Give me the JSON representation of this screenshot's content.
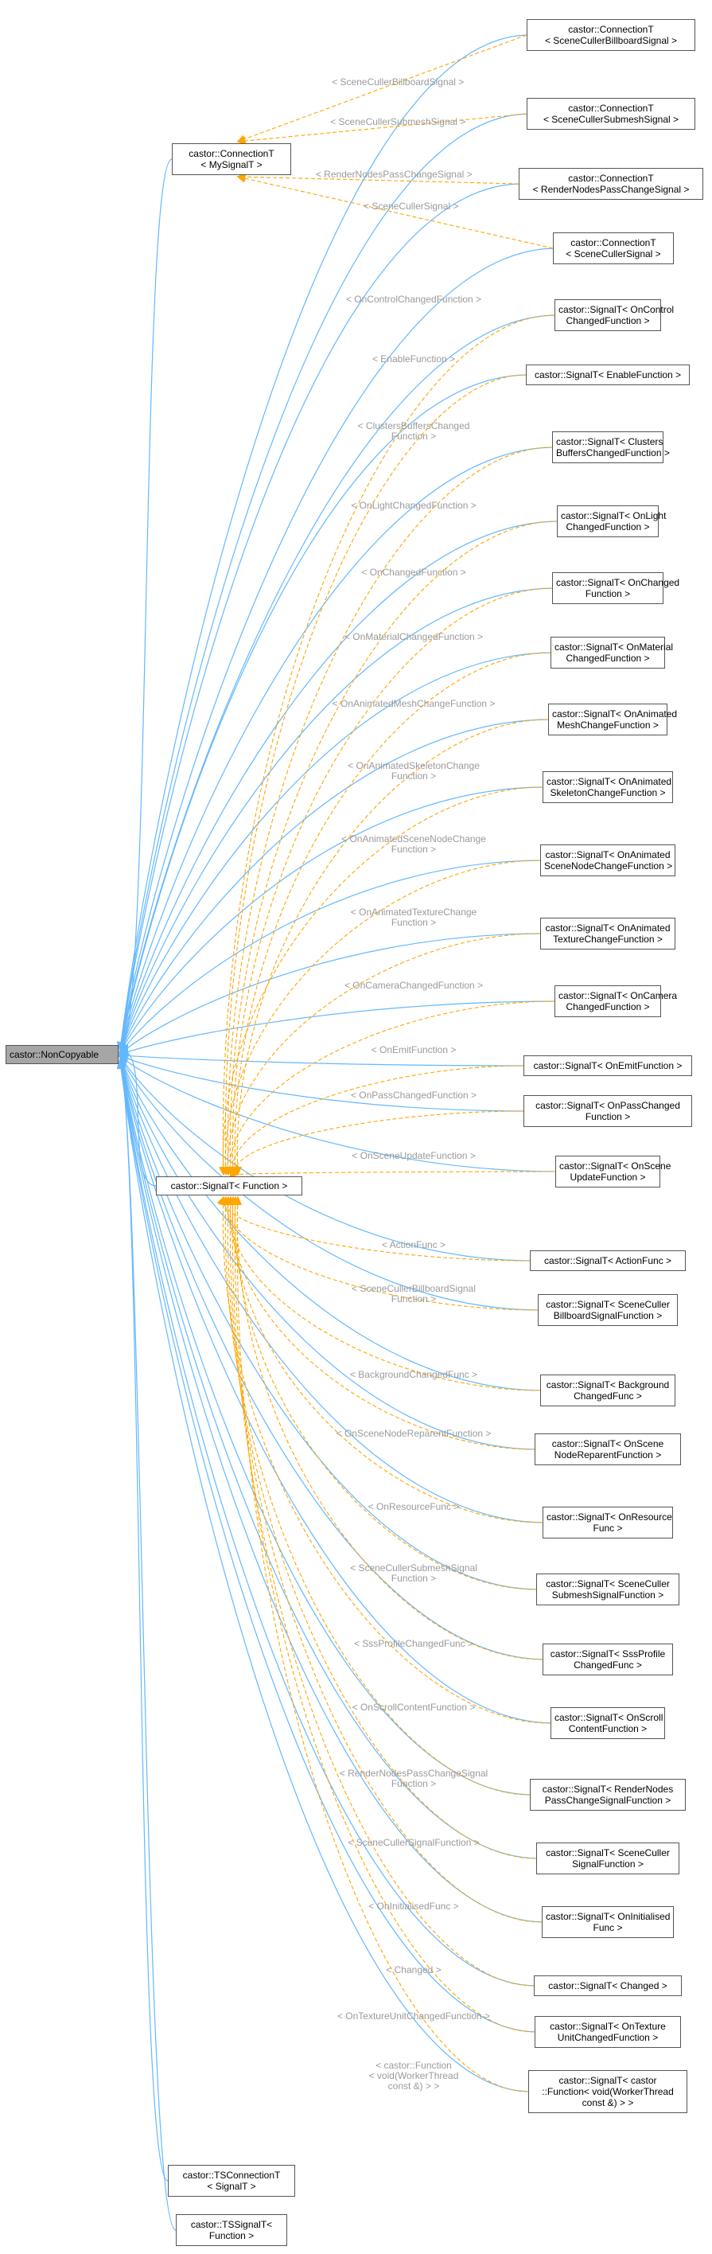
{
  "diagram": {
    "root": {
      "id": "root",
      "lines": [
        "castor::NonCopyable"
      ]
    },
    "hubs": [
      {
        "id": "connT",
        "lines": [
          "castor::ConnectionT",
          "< MySignalT >"
        ]
      },
      {
        "id": "sigT",
        "lines": [
          "castor::SignalT< Function >"
        ]
      },
      {
        "id": "tsconn",
        "lines": [
          "castor::TSConnectionT",
          "< SignalT >"
        ]
      },
      {
        "id": "tssig",
        "lines": [
          "castor::TSSignalT<",
          "Function >"
        ]
      }
    ],
    "connections": [
      {
        "id": "c1",
        "lines": [
          "castor::ConnectionT",
          "< SceneCullerBillboardSignal >"
        ],
        "param": [
          "< SceneCullerBillboardSignal >"
        ]
      },
      {
        "id": "c2",
        "lines": [
          "castor::ConnectionT",
          "< SceneCullerSubmeshSignal >"
        ],
        "param": [
          "< SceneCullerSubmeshSignal >"
        ]
      },
      {
        "id": "c3",
        "lines": [
          "castor::ConnectionT",
          "< RenderNodesPassChangeSignal >"
        ],
        "param": [
          "< RenderNodesPassChangeSignal >"
        ]
      },
      {
        "id": "c4",
        "lines": [
          "castor::ConnectionT",
          "< SceneCullerSignal >"
        ],
        "param": [
          "< SceneCullerSignal >"
        ]
      }
    ],
    "signals": [
      {
        "id": "s1",
        "lines": [
          "castor::SignalT< OnControl",
          "ChangedFunction >"
        ],
        "param": [
          "< OnControlChangedFunction >"
        ]
      },
      {
        "id": "s2",
        "lines": [
          "castor::SignalT< EnableFunction >"
        ],
        "param": [
          "< EnableFunction >"
        ]
      },
      {
        "id": "s3",
        "lines": [
          "castor::SignalT< Clusters",
          "BuffersChangedFunction >"
        ],
        "param": [
          "< ClustersBuffersChanged",
          "Function >"
        ]
      },
      {
        "id": "s4",
        "lines": [
          "castor::SignalT< OnLight",
          "ChangedFunction >"
        ],
        "param": [
          "< OnLightChangedFunction >"
        ]
      },
      {
        "id": "s5",
        "lines": [
          "castor::SignalT< OnChanged",
          "Function >"
        ],
        "param": [
          "< OnChangedFunction >"
        ]
      },
      {
        "id": "s6",
        "lines": [
          "castor::SignalT< OnMaterial",
          "ChangedFunction >"
        ],
        "param": [
          "< OnMaterialChangedFunction >"
        ]
      },
      {
        "id": "s7",
        "lines": [
          "castor::SignalT< OnAnimated",
          "MeshChangeFunction >"
        ],
        "param": [
          "< OnAnimatedMeshChangeFunction >"
        ]
      },
      {
        "id": "s8",
        "lines": [
          "castor::SignalT< OnAnimated",
          "SkeletonChangeFunction >"
        ],
        "param": [
          "< OnAnimatedSkeletonChange",
          "Function >"
        ]
      },
      {
        "id": "s9",
        "lines": [
          "castor::SignalT< OnAnimated",
          "SceneNodeChangeFunction >"
        ],
        "param": [
          "< OnAnimatedSceneNodeChange",
          "Function >"
        ]
      },
      {
        "id": "s10",
        "lines": [
          "castor::SignalT< OnAnimated",
          "TextureChangeFunction >"
        ],
        "param": [
          "< OnAnimatedTextureChange",
          "Function >"
        ]
      },
      {
        "id": "s11",
        "lines": [
          "castor::SignalT< OnCamera",
          "ChangedFunction >"
        ],
        "param": [
          "< OnCameraChangedFunction >"
        ]
      },
      {
        "id": "s12",
        "lines": [
          "castor::SignalT< OnEmitFunction >"
        ],
        "param": [
          "< OnEmitFunction >"
        ]
      },
      {
        "id": "s13",
        "lines": [
          "castor::SignalT< OnPassChanged",
          "Function >"
        ],
        "param": [
          "< OnPassChangedFunction >"
        ]
      },
      {
        "id": "s14",
        "lines": [
          "castor::SignalT< OnScene",
          "UpdateFunction >"
        ],
        "param": [
          "< OnSceneUpdateFunction >"
        ]
      },
      {
        "id": "s15",
        "lines": [
          "castor::SignalT< ActionFunc >"
        ],
        "param": [
          "< ActionFunc >"
        ]
      },
      {
        "id": "s16",
        "lines": [
          "castor::SignalT< SceneCuller",
          "BillboardSignalFunction >"
        ],
        "param": [
          "< SceneCullerBillboardSignal",
          "Function >"
        ]
      },
      {
        "id": "s17",
        "lines": [
          "castor::SignalT< Background",
          "ChangedFunc >"
        ],
        "param": [
          "< BackgroundChangedFunc >"
        ]
      },
      {
        "id": "s18",
        "lines": [
          "castor::SignalT< OnScene",
          "NodeReparentFunction >"
        ],
        "param": [
          "< OnSceneNodeReparentFunction >"
        ]
      },
      {
        "id": "s19",
        "lines": [
          "castor::SignalT< OnResource",
          "Func >"
        ],
        "param": [
          "< OnResourceFunc >"
        ]
      },
      {
        "id": "s20",
        "lines": [
          "castor::SignalT< SceneCuller",
          "SubmeshSignalFunction >"
        ],
        "param": [
          "< SceneCullerSubmeshSignal",
          "Function >"
        ]
      },
      {
        "id": "s21",
        "lines": [
          "castor::SignalT< SssProfile",
          "ChangedFunc >"
        ],
        "param": [
          "< SssProfileChangedFunc >"
        ]
      },
      {
        "id": "s22",
        "lines": [
          "castor::SignalT< OnScroll",
          "ContentFunction >"
        ],
        "param": [
          "< OnScrollContentFunction >"
        ]
      },
      {
        "id": "s23",
        "lines": [
          "castor::SignalT< RenderNodes",
          "PassChangeSignalFunction >"
        ],
        "param": [
          "< RenderNodesPassChangeSignal",
          "Function >"
        ]
      },
      {
        "id": "s24",
        "lines": [
          "castor::SignalT< SceneCuller",
          "SignalFunction >"
        ],
        "param": [
          "< SceneCullerSignalFunction >"
        ]
      },
      {
        "id": "s25",
        "lines": [
          "castor::SignalT< OnInitialised",
          "Func >"
        ],
        "param": [
          "< OnInitialisedFunc >"
        ]
      },
      {
        "id": "s26",
        "lines": [
          "castor::SignalT< Changed >"
        ],
        "param": [
          "< Changed >"
        ]
      },
      {
        "id": "s27",
        "lines": [
          "castor::SignalT< OnTexture",
          "UnitChangedFunction >"
        ],
        "param": [
          "< OnTextureUnitChangedFunction >"
        ]
      },
      {
        "id": "s28",
        "lines": [
          "castor::SignalT< castor",
          "::Function< void(WorkerThread",
          "const &) > >"
        ],
        "param": [
          "< castor::Function",
          "< void(WorkerThread",
          "const &) > >"
        ]
      }
    ],
    "colors": {
      "inherit_edge": "#63b8ff",
      "template_edge": "#ffa500",
      "label": "#9a9a9a",
      "root_fill": "#a6a6a6",
      "box_border": "#555555"
    }
  }
}
